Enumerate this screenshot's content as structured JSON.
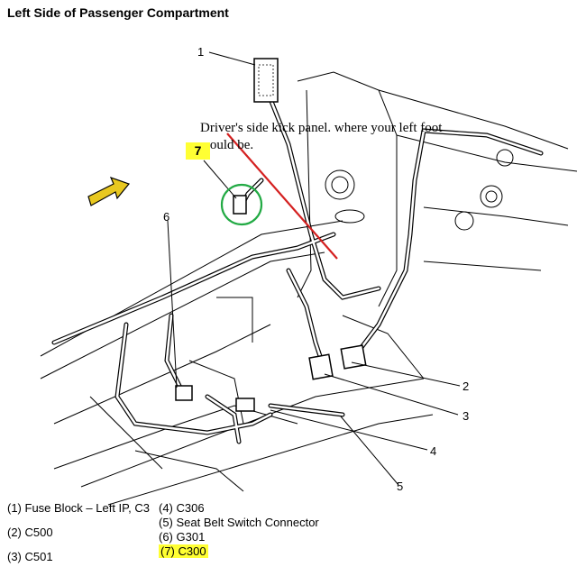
{
  "title": "Left Side of Passenger Compartment",
  "annotation": "Driver's side kick panel. where your left foot would be.",
  "callouts": [
    "1",
    "2",
    "3",
    "4",
    "5",
    "6",
    "7"
  ],
  "legend_left": [
    "(1) Fuse Block – Left IP, C3",
    "(2) C500",
    "(3) C501"
  ],
  "legend_right": [
    "(4) C306",
    "(5) Seat Belt Switch Connector",
    "(6) G301",
    "(7) C300"
  ],
  "colors": {
    "highlight": "#ffff33",
    "circle": "#22aa44",
    "pointer": "#d42020",
    "arrow": "#e8c820"
  }
}
